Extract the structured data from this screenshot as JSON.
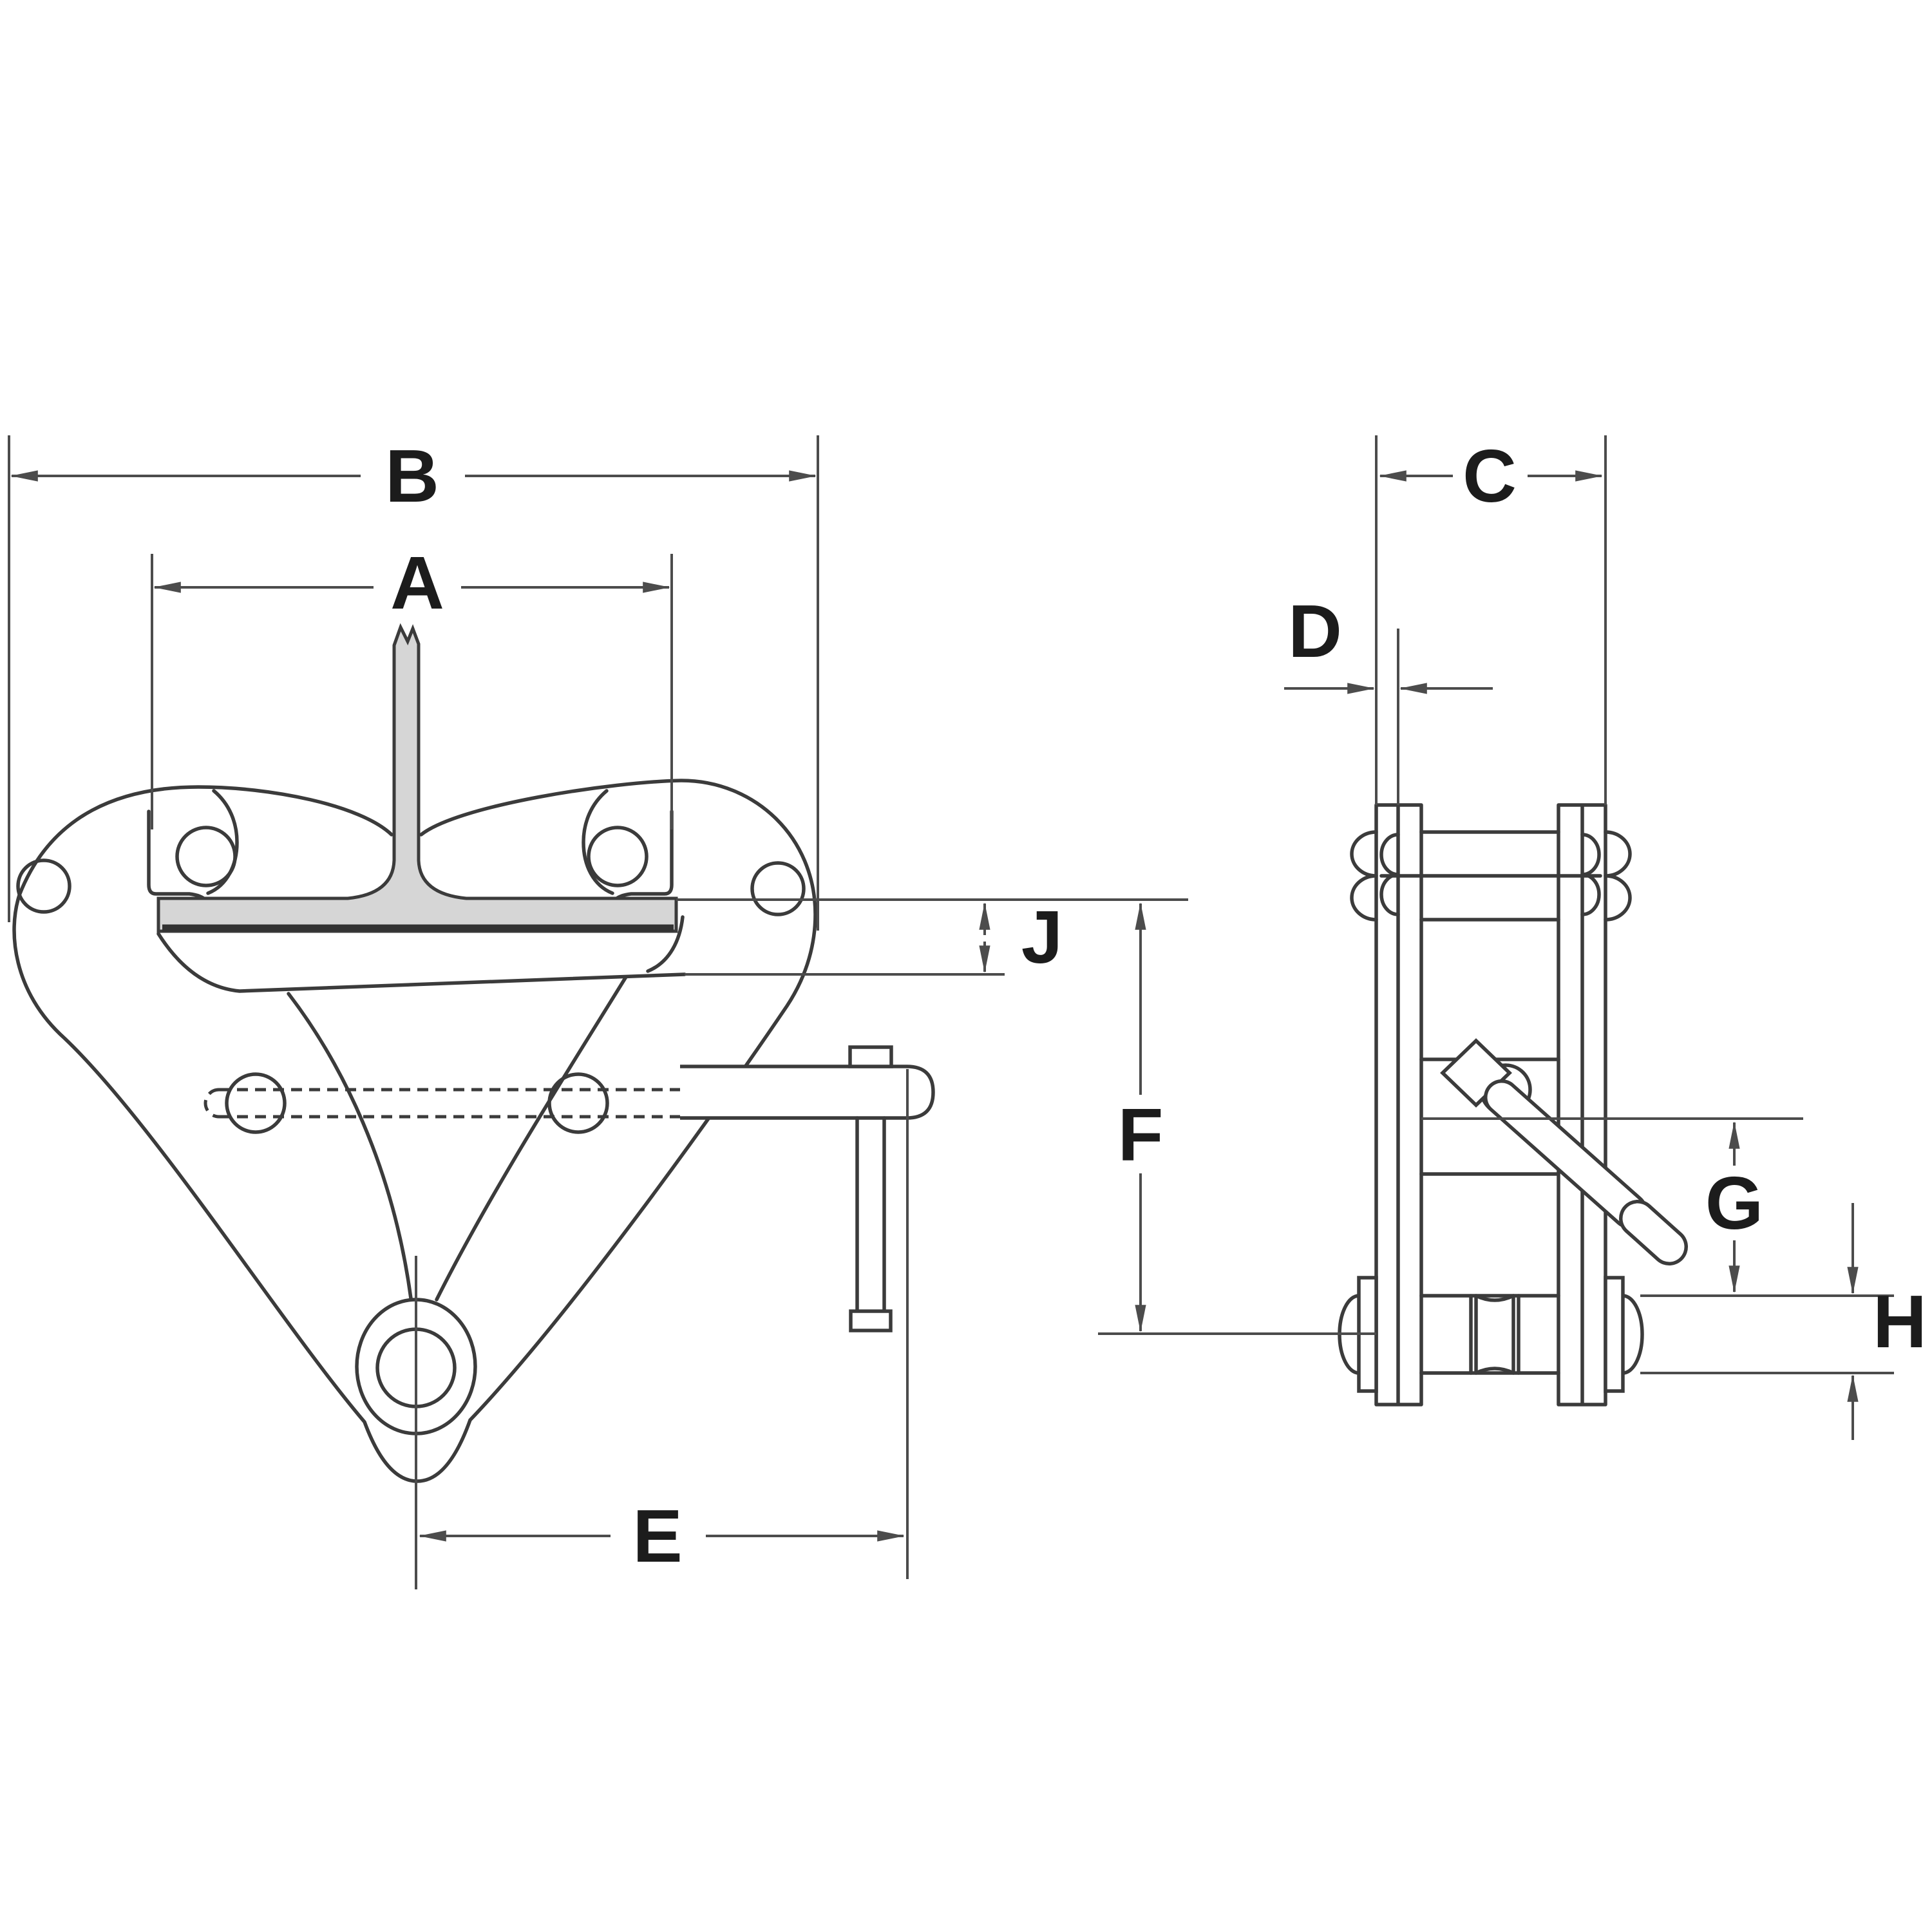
{
  "diagram": {
    "description": "dimensional line drawing of a beam clamp, front view and side view",
    "colors": {
      "background": "#ffffff",
      "line": "#3b3b3b",
      "dimension_line": "#4c4c4c",
      "beam_fill": "#d6d6d6"
    },
    "labels": {
      "a": "A",
      "b": "B",
      "c": "C",
      "d": "D",
      "e": "E",
      "f": "F",
      "g": "G",
      "h": "H",
      "j": "J"
    }
  }
}
